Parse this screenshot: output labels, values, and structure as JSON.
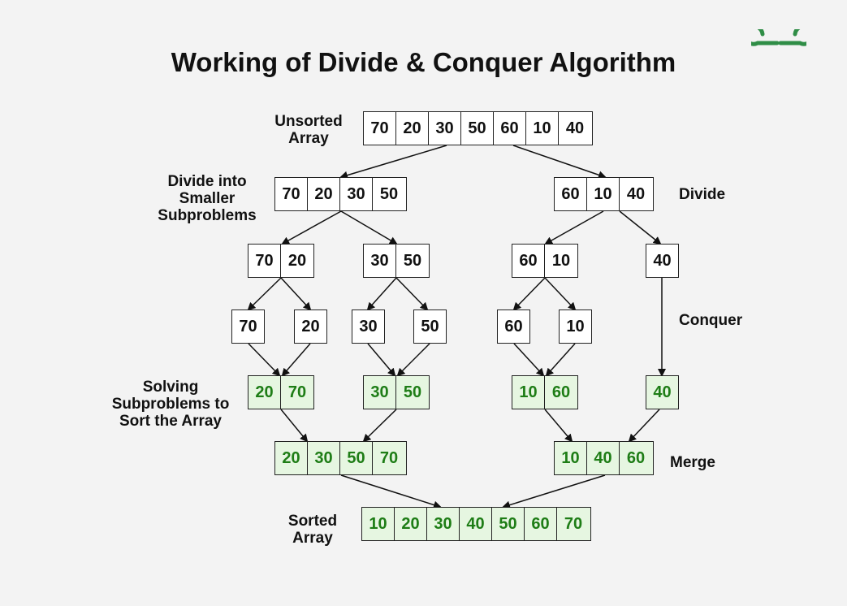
{
  "title": "Working of Divide & Conquer Algorithm",
  "logo_icon": "geeksforgeeks-logo-icon",
  "colors": {
    "sorted_fill": "#e6f6e1",
    "sorted_text": "#1e7d16",
    "logo": "#2f8d46"
  },
  "labels": {
    "unsorted": "Unsorted\nArray",
    "divide_into": "Divide into\nSmaller\nSubproblems",
    "divide": "Divide",
    "conquer": "Conquer",
    "solving": "Solving\nSubproblems to\nSort the Array",
    "merge": "Merge",
    "sorted": "Sorted\nArray"
  },
  "arrays": {
    "root": [
      "70",
      "20",
      "30",
      "50",
      "60",
      "10",
      "40"
    ],
    "left": [
      "70",
      "20",
      "30",
      "50"
    ],
    "right": [
      "60",
      "10",
      "40"
    ],
    "ll": [
      "70",
      "20"
    ],
    "lr": [
      "30",
      "50"
    ],
    "rl": [
      "60",
      "10"
    ],
    "rr": [
      "40"
    ],
    "leaf70": [
      "70"
    ],
    "leaf20": [
      "20"
    ],
    "leaf30": [
      "30"
    ],
    "leaf50": [
      "50"
    ],
    "leaf60": [
      "60"
    ],
    "leaf10": [
      "10"
    ],
    "s_ll": [
      "20",
      "70"
    ],
    "s_lr": [
      "30",
      "50"
    ],
    "s_rl": [
      "10",
      "60"
    ],
    "s_rr": [
      "40"
    ],
    "m_left": [
      "20",
      "30",
      "50",
      "70"
    ],
    "m_right": [
      "10",
      "40",
      "60"
    ],
    "final": [
      "10",
      "20",
      "30",
      "40",
      "50",
      "60",
      "70"
    ]
  }
}
